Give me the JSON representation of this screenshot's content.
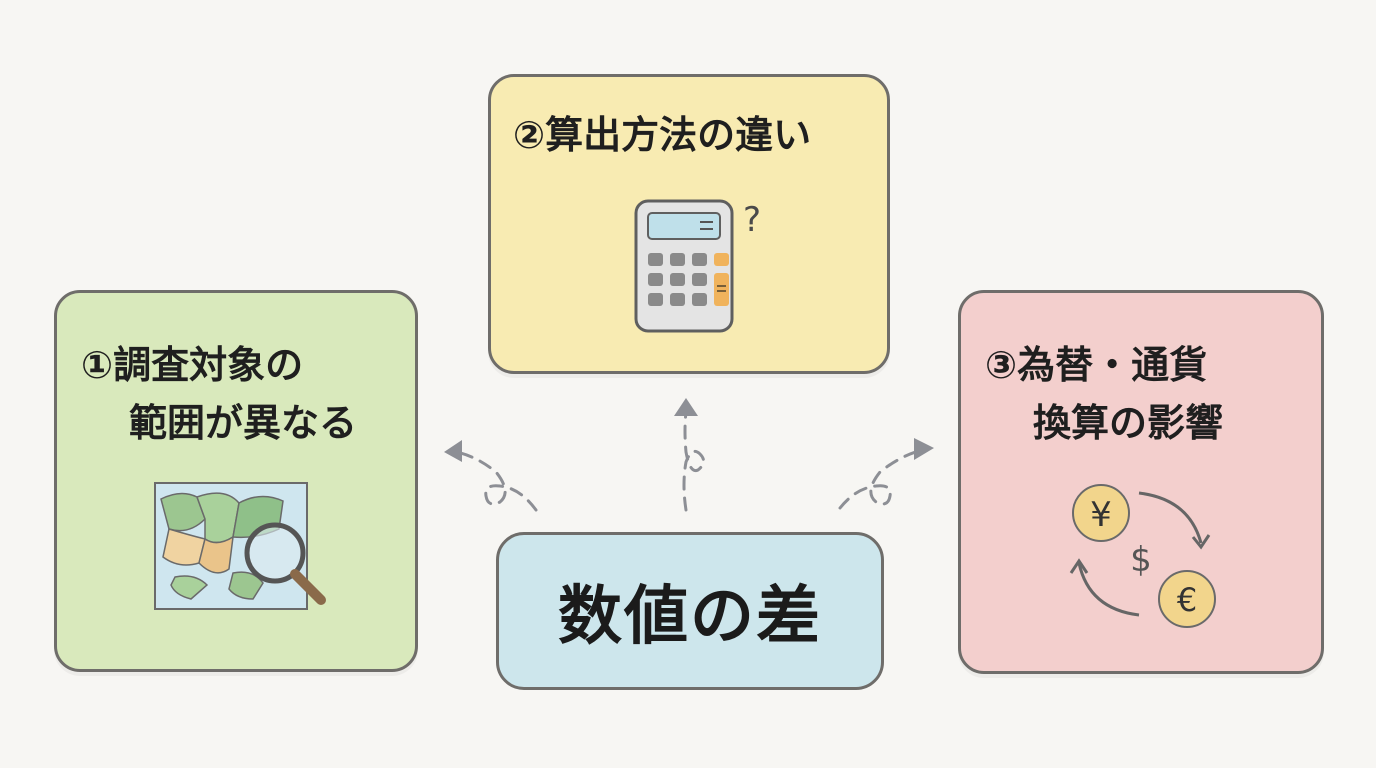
{
  "center": {
    "label": "数値の差"
  },
  "cards": {
    "method": {
      "title": "②算出方法の違い",
      "icon": "calculator-icon",
      "question_mark": "?",
      "color": "#f8ebb2"
    },
    "scope": {
      "title_line1": "①調査対象の",
      "title_line2": "範囲が異なる",
      "icon": "map-magnifier-icon",
      "color": "#d9e9bc"
    },
    "fx": {
      "title_line1": "③為替・通貨",
      "title_line2": "換算の影響",
      "icon": "currency-exchange-icon",
      "yen": "¥",
      "dollar": "$",
      "euro": "€",
      "color": "#f3cfcd"
    }
  },
  "center_color": "#cde6ec"
}
